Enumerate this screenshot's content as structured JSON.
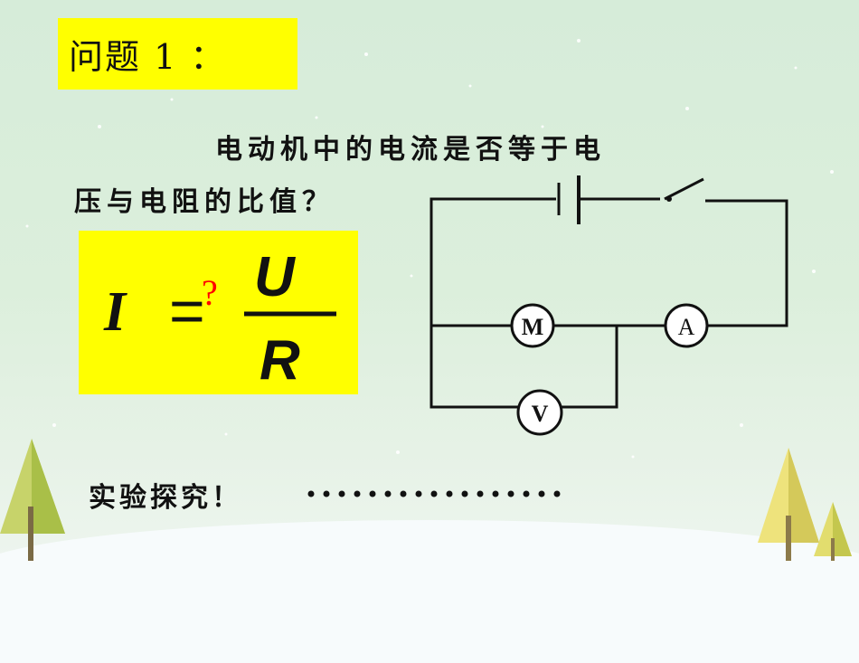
{
  "title": "问题 1 ：",
  "question": {
    "line1": "电动机中的电流是否等于电",
    "line2": "压与电阻的比值？"
  },
  "formula": {
    "left": "I",
    "relation": "=",
    "uncertain_mark": "?",
    "numerator": "U",
    "denominator": "R"
  },
  "circuit": {
    "motor_label": "M",
    "ammeter_label": "A",
    "voltmeter_label": "V"
  },
  "conclusion": "实验探究！",
  "colors": {
    "highlight": "#ffff00",
    "question_mark": "#ff0000",
    "tree_light": "#e6e27a",
    "tree_dark": "#b6c94a"
  }
}
